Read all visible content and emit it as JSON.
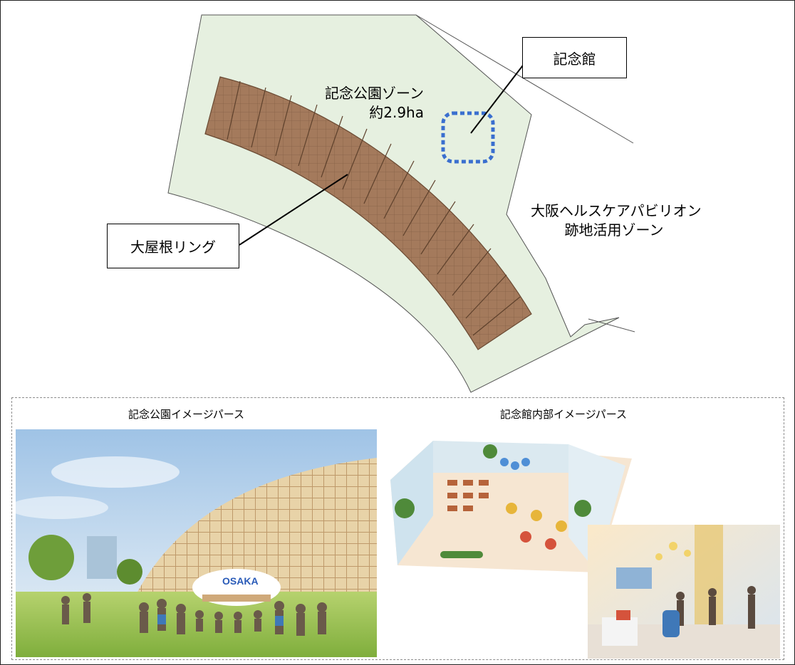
{
  "map": {
    "memorial_hall_label": "記念館",
    "park_zone_label": "記念公園ゾーン",
    "park_zone_area": "約2.9ha",
    "roof_ring_label": "大屋根リング",
    "pavilion_zone_line1": "大阪ヘルスケアパビリオン",
    "pavilion_zone_line2": "跡地活用ゾーン"
  },
  "images": {
    "park_caption": "記念公園イメージパース",
    "hall_interior_caption": "記念館内部イメージパース",
    "stage_sign": "OSAKA"
  },
  "colors": {
    "zone_fill": "#e6f0e0",
    "ring_fill": "#a47a5c",
    "marker_blue": "#3a6fcf"
  }
}
